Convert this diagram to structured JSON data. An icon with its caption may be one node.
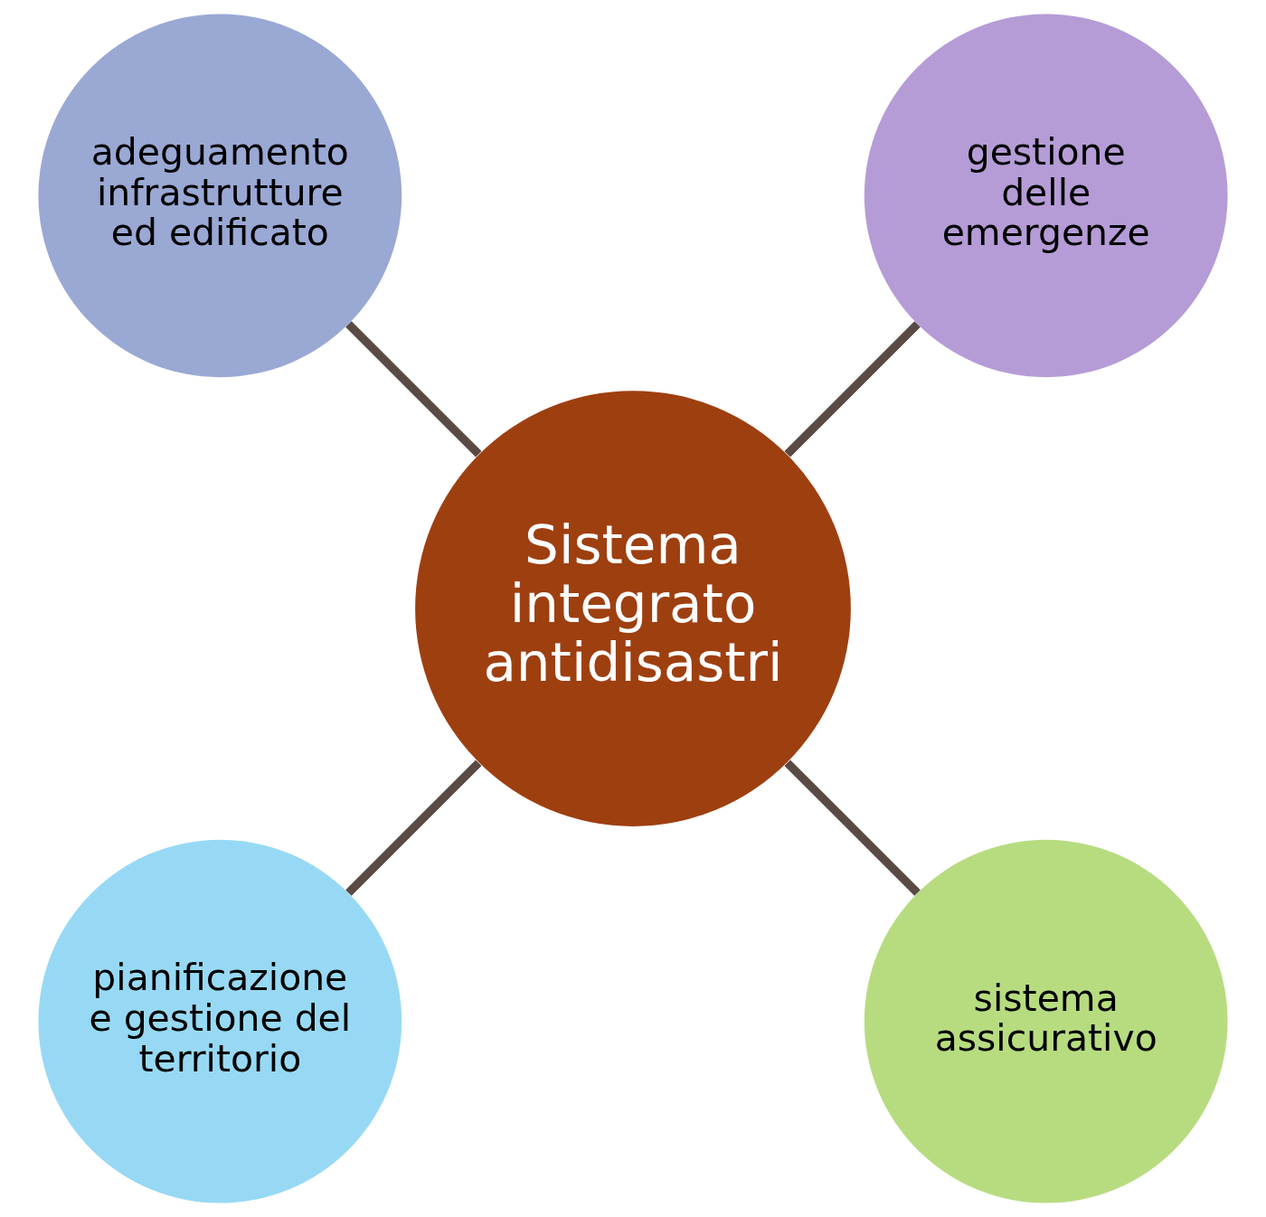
{
  "diagram": {
    "nodes": [
      {
        "text": [
          "gestione delle emergenze"
        ]
      },
      {
        "text": [
          "adeguamento infrastrutture ed edificato"
        ]
      },
      {
        "text": [
          "Sistema integrato antidisastri"
        ]
      },
      {
        "text": [
          "pianificazione e gestione del territorio"
        ]
      },
      {
        "text": [
          "sistema assicurativo"
        ]
      }
    ],
    "edges": [
      {
        "from": 2,
        "to": 0,
        "arrow": "none"
      },
      {
        "from": 2,
        "to": 1,
        "arrow": "none"
      },
      {
        "from": 2,
        "to": 3,
        "arrow": "none"
      },
      {
        "from": 2,
        "to": 4,
        "arrow": "none"
      }
    ]
  }
}
